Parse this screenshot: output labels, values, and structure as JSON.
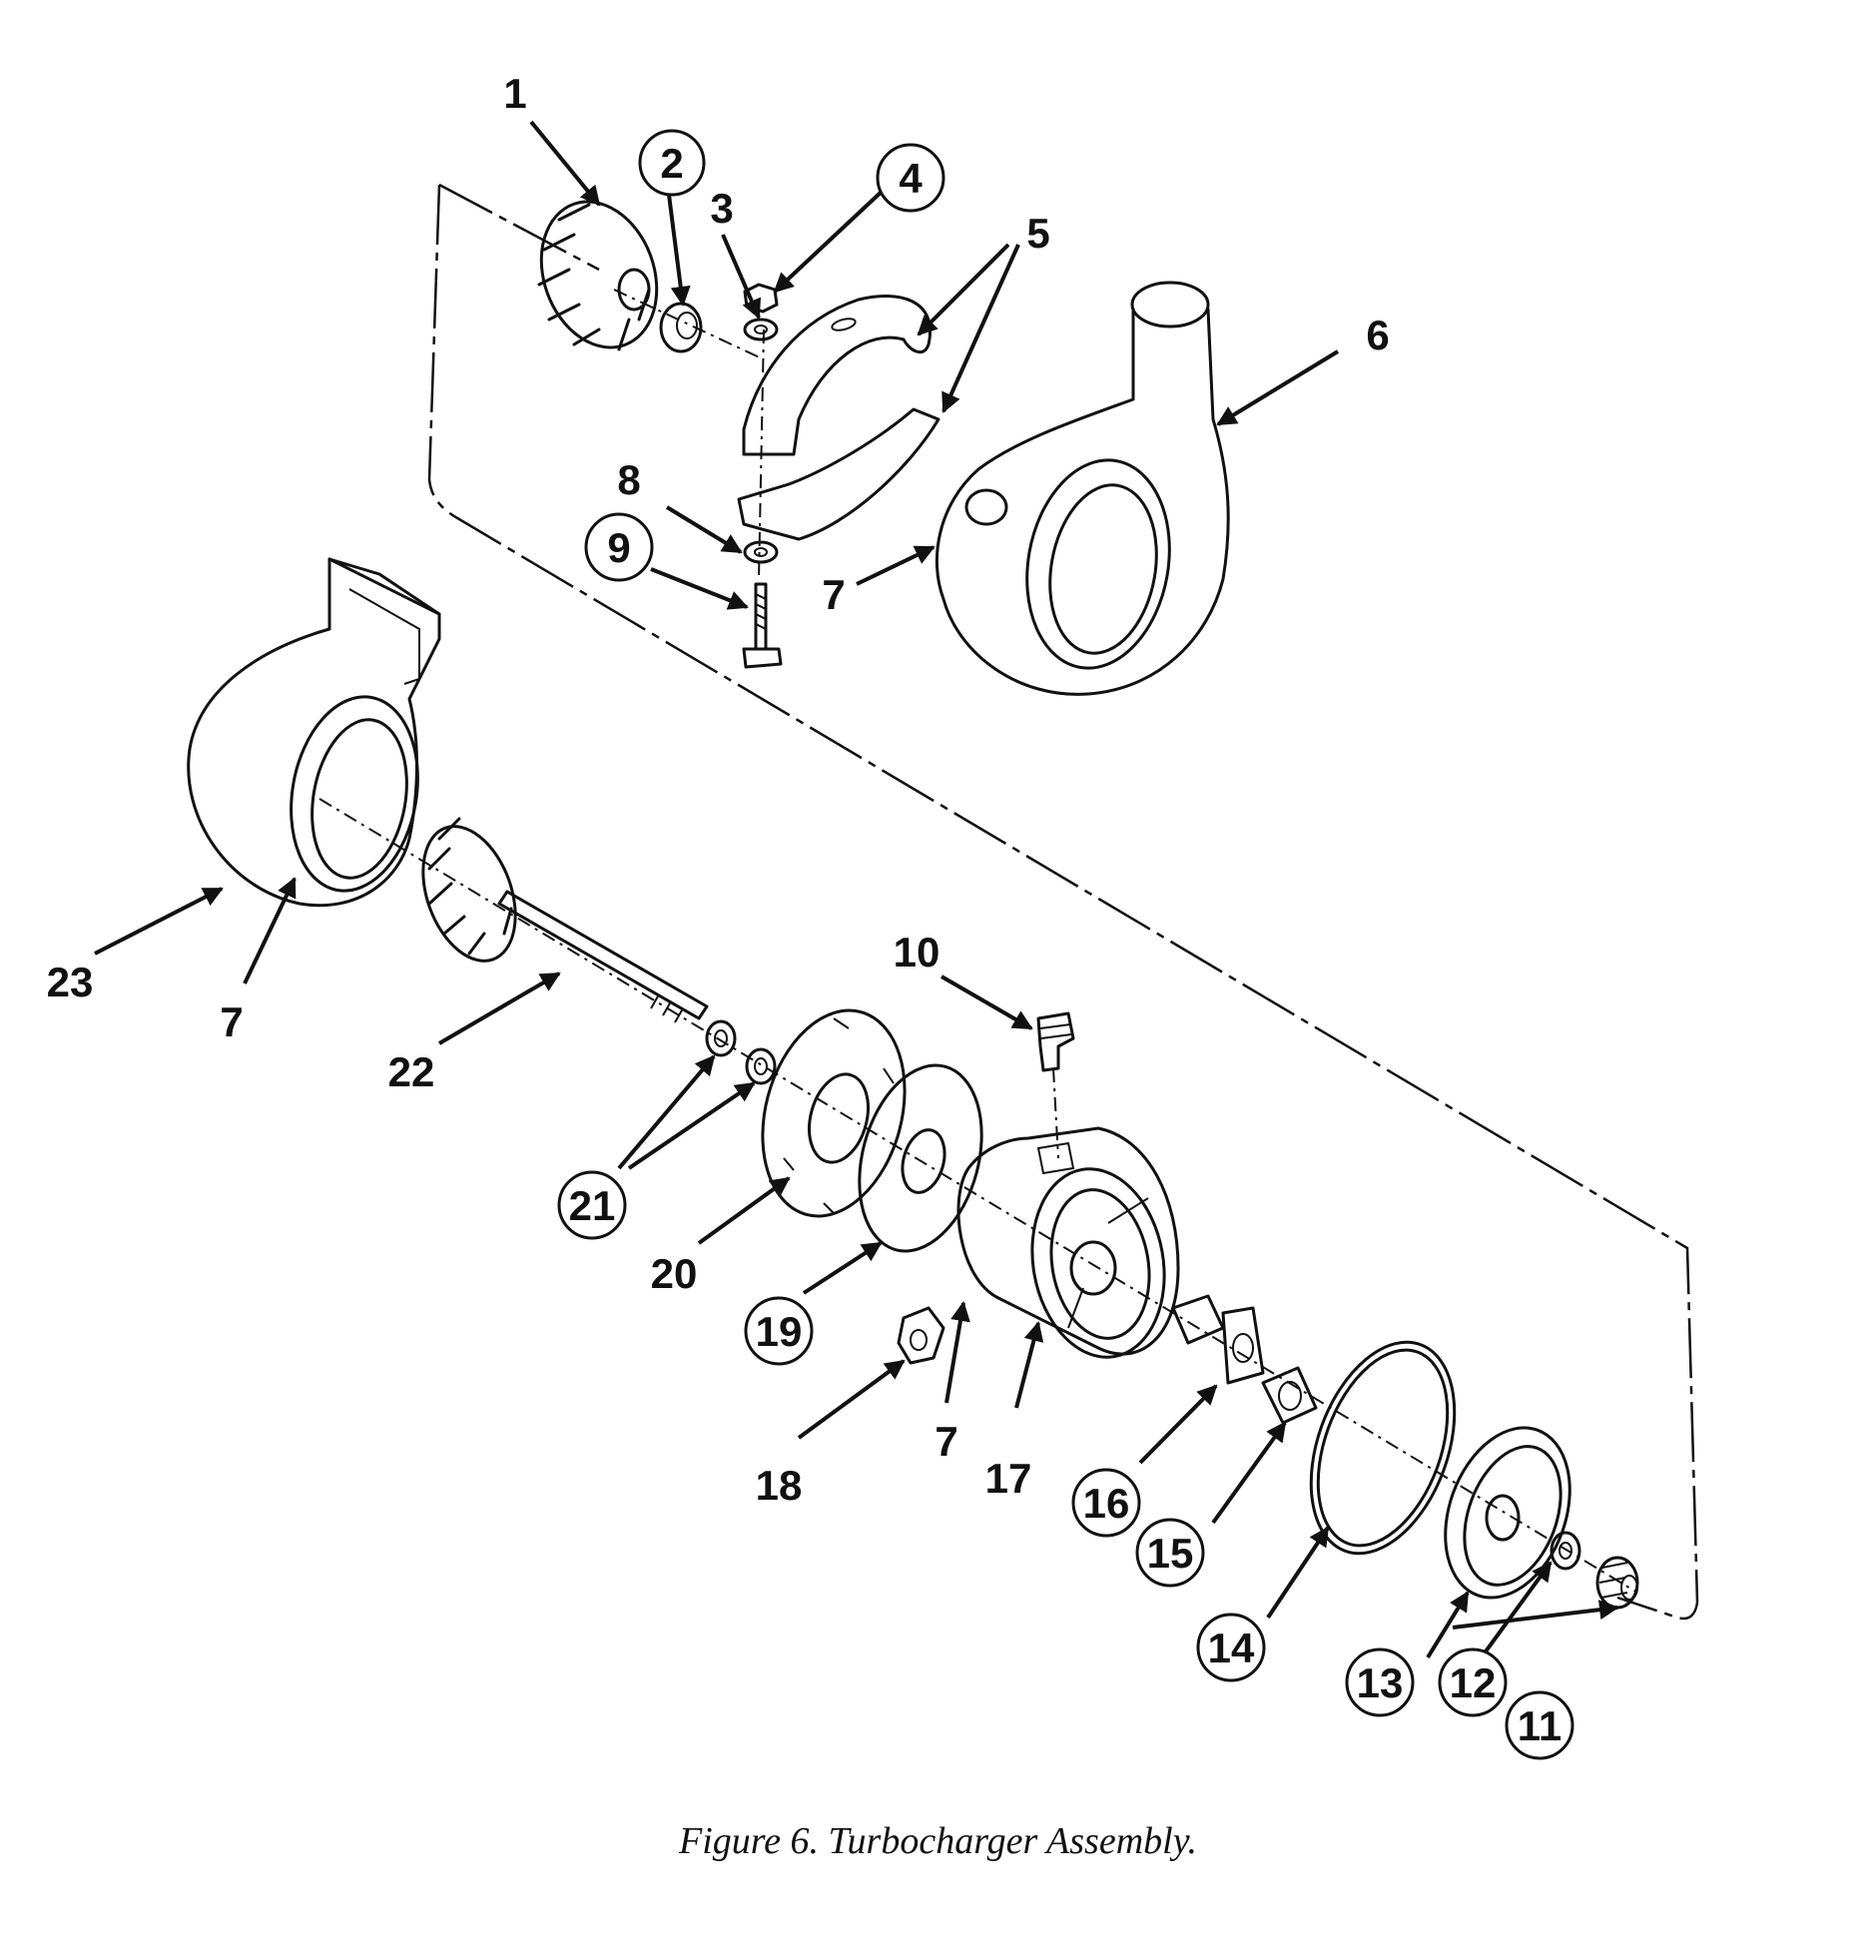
{
  "caption": "Figure 6. Turbocharger Assembly.",
  "callouts": [
    {
      "id": "1",
      "circled": false
    },
    {
      "id": "2",
      "circled": true
    },
    {
      "id": "3",
      "circled": false
    },
    {
      "id": "4",
      "circled": true
    },
    {
      "id": "5",
      "circled": false
    },
    {
      "id": "6",
      "circled": false
    },
    {
      "id": "7",
      "circled": false
    },
    {
      "id": "8",
      "circled": false
    },
    {
      "id": "9",
      "circled": true
    },
    {
      "id": "10",
      "circled": false
    },
    {
      "id": "11",
      "circled": true
    },
    {
      "id": "12",
      "circled": true
    },
    {
      "id": "13",
      "circled": true
    },
    {
      "id": "14",
      "circled": true
    },
    {
      "id": "15",
      "circled": true
    },
    {
      "id": "16",
      "circled": true
    },
    {
      "id": "17",
      "circled": false
    },
    {
      "id": "18",
      "circled": false
    },
    {
      "id": "19",
      "circled": true
    },
    {
      "id": "20",
      "circled": false
    },
    {
      "id": "21",
      "circled": true
    },
    {
      "id": "22",
      "circled": false
    },
    {
      "id": "23",
      "circled": false
    }
  ],
  "colors": {
    "ink": "#111111",
    "paper": "#ffffff"
  }
}
